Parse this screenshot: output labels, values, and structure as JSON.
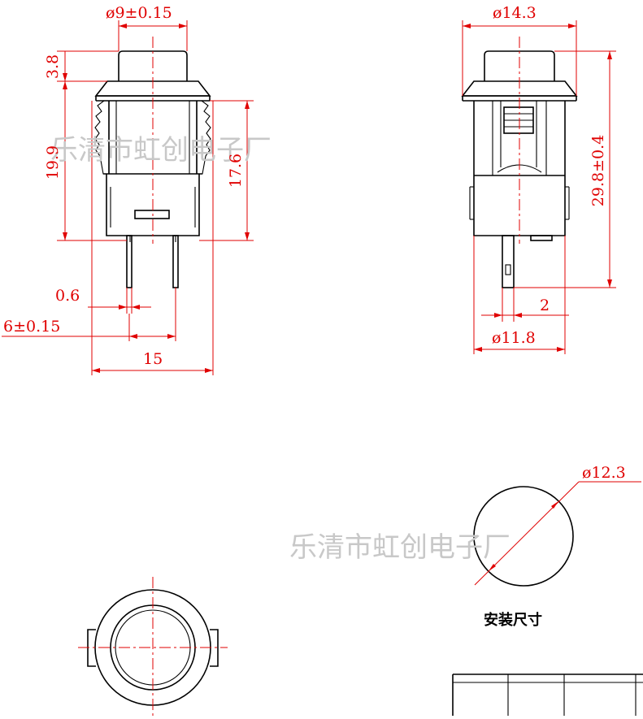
{
  "watermark": "乐清市虹创电子厂",
  "mounting_caption": "安装尺寸",
  "dimensions": {
    "button_dia": "ø9±0.15",
    "cap_height": "3.8",
    "body_height": "19.9",
    "clip_height": "17.6",
    "pin_width": "0.6",
    "pin_pitch": "6±0.15",
    "total_width": "15",
    "flange_dia": "ø14.3",
    "total_height": "29.8±0.4",
    "pin_offset": "2",
    "body_dia": "ø11.8",
    "panel_hole": "ø12.3"
  },
  "colors": {
    "dimension": "#e00000",
    "outline": "#000000",
    "watermark": "#c8c8c8"
  }
}
